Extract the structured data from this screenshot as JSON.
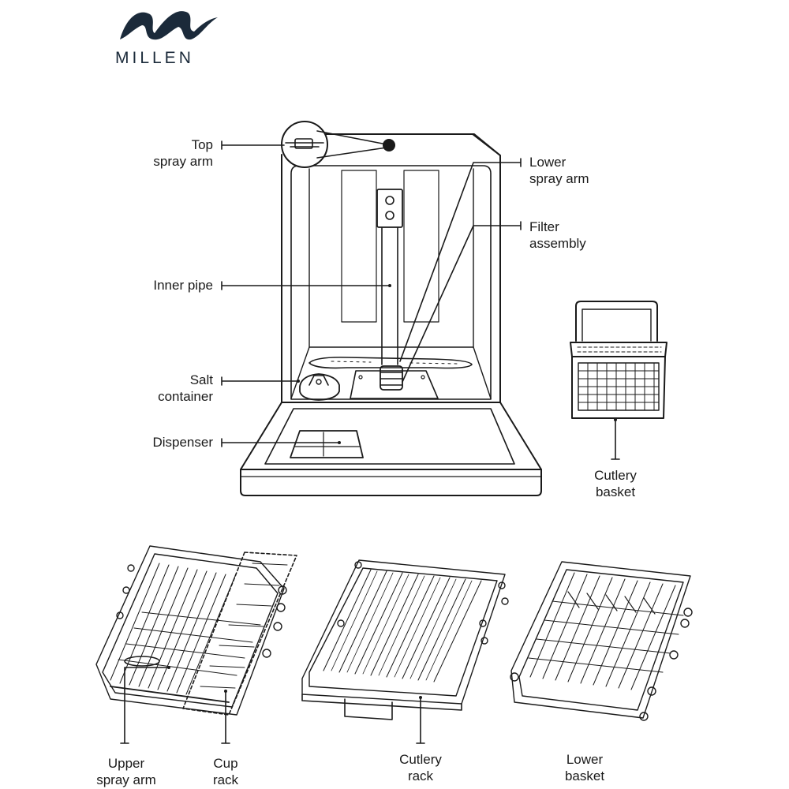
{
  "brand": {
    "name": "MILLEN",
    "logo_icon": "wave-logo-icon",
    "color": "#1b2a3a"
  },
  "labels": {
    "top_spray_arm": "Top\nspray arm",
    "lower_spray_arm": "Lower\nspray arm",
    "filter_assembly": "Filter\nassembly",
    "inner_pipe": "Inner pipe",
    "salt_container": "Salt\ncontainer",
    "dispenser": "Dispenser",
    "cutlery_basket": "Cutlery\nbasket",
    "upper_spray_arm": "Upper\nspray arm",
    "cup_rack": "Cup\nrack",
    "cutlery_rack": "Cutlery\nrack",
    "lower_basket": "Lower\nbasket"
  },
  "colors": {
    "line": "#1a1a1a",
    "background": "#ffffff"
  }
}
